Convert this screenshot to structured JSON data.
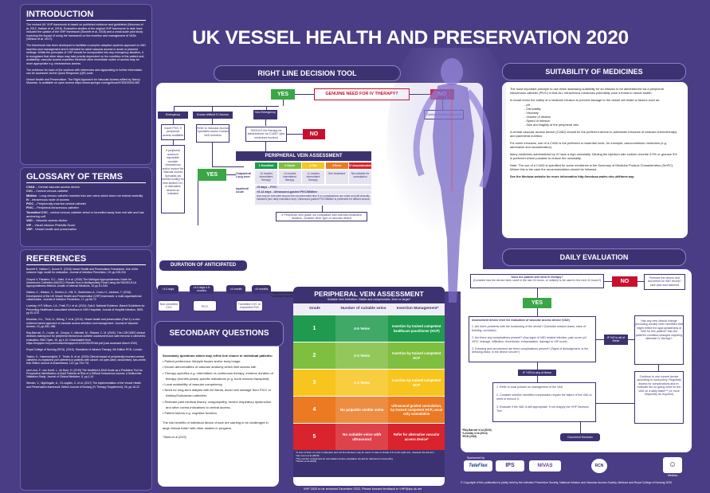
{
  "title": "UK VESSEL HEALTH AND PRESERVATION 2020",
  "left": {
    "introduction": {
      "heading": "INTRODUCTION",
      "paragraphs": [
        "The revised UK VHP framework is based on published evidence and guidelines (Moureau et al, 2012, Hallam et al, 2016). Evaluation studies of the original VHP framework to date have included the uptake of the VHP framework (Burnett et al, 2018) and a small-scale pilot study exploring the impact of using the framework on the insertion and management of VADs (Weston et al, 2017).",
        "The framework has been developed to facilitate a complex adaptive systems approach to VAD insertion and management and is intended for adult vascular access in acute or planned settings. Whilst the principles of VHP should be incorporated into any emergency situation, it is recognised that other steps may take priority dependent on the condition of the patient and availability; vascular access expertise therefore other immediate routes of access may be more appropriate e.g. intraosseous access.",
        "The evidence for each of the sections with references and signposting to further information can be accessed via the Quick Response (QR) code.",
        "Vessel Health and Preservation: The Right Approach for Vascular Access edited by Nancy Moureau, is available on open access https://www.springer.com/gp/book/9783030031480"
      ]
    },
    "glossary": {
      "heading": "GLOSSARY OF TERMS",
      "terms": [
        {
          "term": "CVAD",
          "def": " – Central vascular access device"
        },
        {
          "term": "CVC",
          "def": " – Central venous catheter"
        },
        {
          "term": "Midline",
          "def": " - Long venous catheter inserted into arm veins which does not extend centrally"
        },
        {
          "term": "IV",
          "def": " - Intravenous route of access"
        },
        {
          "term": "PICC",
          "def": " – Peripherally inserted central catheter"
        },
        {
          "term": "PIVC",
          "def": " – Peripheral intravenous catheter"
        },
        {
          "term": "Tunnelled CVC",
          "def": " - central venous catheter which is tunnelled away from exit site and has anchoring cuff"
        },
        {
          "term": "VAD",
          "def": " – Vascular access device"
        },
        {
          "term": "VIP",
          "def": " – Visual Infusion Phlebitis Score"
        },
        {
          "term": "VHP",
          "def": " - Vessel health and preservation"
        }
      ]
    },
    "references": {
      "heading": "REFERENCES",
      "items": [
        "Burnett E, Hallam C, Dunne E. (2018) Vessel Health and Preservation Framework: Use of the outcome logic model for evaluation. Journal of Infection Prevention, 19: pp.228-234",
        "Chopra V, Flanders, S.C., Saint, S et al. (2015) The Michigan Appropriateness Guide for Intravenous Catheters (MAGIC): Results from a Multispecialty Panel Using the RAND/UCLA Appropriateness Method. Annals of Internal Medicine, 15 pp.S1-S40",
        "Hallam, C., Weston, V., Denton, A., Hill, S., Bodenham, A., Dunn, H., Jackson, T. (2016). Development of the UK Vessel Health and Preservation (VHP) framework: a multi-organisational collaboration. Journal of Infection Prevention, 17, pp.65-72",
        "Loveday, H.P, Wilson, J.A., Pratt, R.J. et al. (2014). Epic3: National Evidence -Based Guidelines for Preventing Healthcare-Associated Infections in NHS Hospitals. Journal of Hospital Infection, 86S1 pp.S1-S70",
        "Moureau, N.L., Trick, N., Nifong, T. et al. (2012). Vessel health and preservation (Part 1): a new evidence based approach to vascular access selection and management. Journal of Vascular Access, 13, pp.351–356",
        "Ray-Barruel, G., Cooke, M., Chopra, V., Mitchell, M., Rickard, C. M. (2020). The I-DECIDED clinical decision-making tool for peripheral intravenous catheter assessment and safe removal: a clinimetric evaluation. BMJ Open, 10, pp.1-10. Downloaded from https://bmjopen.bmj.com/content/bmjopen/10/1/e035239.full.pdf (Last accessed March 2020)",
        "Royal College of Nursing (RCN). (2016). Standards of Infusion Therapy 4th Edition RCN. London",
        "Taxbro, K., Hammarskjöld, F., Thelin, B. et al. (2019) Clinical impact of peripherally inserted central catheters vs implanted port catheters in patients with cancer: an open-label, randomised, two-centre trial. British Journal of Anaesthesia, 122, pp.734-741",
        "van Loon, F., van Hooff, L., de Boer, H. (2019) The Modified A-DIVA Scale as a Predictive Tool for Prospective Identification of Adult Patients at Risk of a Difficult Intravenous Access: A Multicenter Validation Study. Journal of Clinical Medicine, 8, pp.1-14",
        "Weston, V., Nightingale, A., O'Loughlin, C. et al. (2017) The implementation of the Vessel Health and Preservation framework. British Journal of Nursing (IV Therapy Supplement), 26, pp.18-22"
      ]
    }
  },
  "decision_tool": {
    "heading": "RIGHT LINE DECISION TOOL",
    "yes": "YES",
    "no": "NO",
    "genuine_need": "GENUINE NEED FOR IV THERAPY?",
    "continue_alt": "Continue via alternative route",
    "emergency": "Emergency",
    "known_difficult": "Known difficult IV Access",
    "non_emergency": "Non Emergency",
    "insert_pivc": "Insert PIVC if peripheral access available",
    "refer_vascular": "Refer to Vascular Access Specialist and/or Guided VAD Insertion",
    "should_therapy": "SHOULD the therapy be administered via CVAD? (see medicines section)",
    "if_peripheral_impossible": "If peripheral access is impossible consider intraosseous and/or involve the Vascular Access Specialist (as defined locally) for time-limited CVC or alternative devices as indicated",
    "pva_heading": "PERIPHERAL VEIN ASSESSMENT",
    "pva_grades": [
      {
        "grade": "1",
        "label": "Excellent"
      },
      {
        "grade": "2",
        "label": "Good"
      },
      {
        "grade": "3",
        "label": "Fair"
      },
      {
        "grade": "4",
        "label": "Poor"
      },
      {
        "grade": "5",
        "label": "Unsustainable"
      }
    ],
    "pva_rows": [
      {
        "label": "Outpatient/ Long term",
        "cells": [
          "<6 months intermittent therapy",
          "<3 months intermittent therapy",
          "<1 months intermittent therapy",
          "One treatment",
          "Not suitable for cannulation"
        ]
      },
      {
        "label": "Inpatient/ Acute",
        "cells": [
          "<5 days – PIVC",
          ">5-14 days - Ultrasound-guided PIVC/Midline",
          "Use may be extended beyond the recommended time if no complications are noted and still clinically indicated (see daily evaluation tool). Ultrasound-guided PIVC/Midline is preferable for difficult access."
        ]
      }
    ],
    "if_peripheral_poor": "If Peripheral Vein grade not compatible with intended treatment duration, consider other type of vascular device",
    "duration_heading": "DURATION OF ANTICIPATED THERAPY?",
    "durations": [
      "<14 days",
      "≥14 days ≤ 6 months",
      ">1 month",
      ">6 months"
    ],
    "devices": [
      "Non-tunnelled CVC",
      "PICC",
      "Tunnelled CVC or Implanted Port"
    ],
    "refs": "*Chopra et al (2015)\n*Loveday et al (2014)"
  },
  "pva_table": {
    "heading": "PERIPHERAL VEIN ASSESSMENT",
    "subheading": "Suitable Vein Definition: Visible and compressible, 3mm or larger*",
    "col_grade": "Grade",
    "col_veins": "Number of suitable veins",
    "col_mgmt": "Insertion Management*",
    "rows": [
      {
        "grade": "1",
        "veins": "4-5 Veins",
        "mgmt": "Insertion by trained competent healthcare practitioner (HCP)",
        "color": "#1f9a4e"
      },
      {
        "grade": "2",
        "veins": "2-3 Veins",
        "mgmt": "Insertion by trained competent HCP",
        "color": "#7fbf3f"
      },
      {
        "grade": "3",
        "veins": "1-2 Veins",
        "mgmt": "Insertion by trained competent HCP",
        "color": "#f7c51e"
      },
      {
        "grade": "4",
        "veins": "No palpable visible veins",
        "mgmt": "Ultrasound guided cannulation, by trained competent HCP, usual only cannulation",
        "color": "#ec7a22"
      },
      {
        "grade": "5",
        "veins": "No suitable veins with ultrasound",
        "mgmt": "Refer for alternative vascular access device*",
        "color": "#d9232d"
      }
    ],
    "footnotes": [
      "*A vein of 3mm or more in diameter and not thrombosed, may be used. In case of Grade 3-5 on the right arm, reassess the left arm.",
      "*van Loon et al (2019)",
      "*The number of attempts for cannulation before escalation should be reflected in local policy",
      "*Taxbro et al (2019)"
    ]
  },
  "secondary": {
    "heading": "SECONDARY QUESTIONS",
    "intro": "Secondary questions which may refine line choice in individual patients:",
    "items": [
      "Patient preference: lifestyle issues and/or body image.",
      "Known abnormalities of vascular anatomy which limit access site.",
      "Therapy-specifics e.g. intermittent vs continuous therapy, extreme duration of therapy (months-years) specific indications (e.g. bone marrow transplant).",
      "Local availability of vascular competency.",
      "Need for long-term dialysis with AV fistula, avoid vein damage from PICC or Axillary/Subclavian catheters.",
      "Relevant past medical history: coagulopathy, severe respiratory dysfunction and other contra-indications to central access.",
      "Patient factors e.g. cognitive function."
    ],
    "outro": "The risk benefits of individual device choice are starting to be challenged in large clinical trials* with other studies in progress",
    "ref": "*Taxbro et al (2019)"
  },
  "medicines": {
    "heading": "SUITABILITY OF MEDICINES",
    "p1": "The most important principle to use when assessing suitability for an infusion to be administered via a peripheral intravenous catheter (PIVC) is that ALL intravenous medicines potentially pose a threat to vessel health.",
    "p2": "In broad terms the safety of a medicine infusion to prevent damage to the vessel will relate to factors such as:",
    "factors": [
      "pH",
      "Osmolality",
      "Viscosity",
      "Volume of dilution",
      "Speed of infusion",
      "Size and fragility of the peripheral vein"
    ],
    "p3": "A central vascular access device (CVAD) should be the preferred device to administer infusions of vesicant chemotherapy and parenteral nutrition.",
    "p4": "For some infusions, use of a CVAD is the preferred or essential route, for example; vasoconstrictor medicines (e.g. adrenaline and noradrenaline).",
    "p5": "Many medicines administered by IV have a high osmolality. Diluting the injection with sodium chloride 0.9% or glucose 5% is preferred where possible to reduce the osmolality.",
    "p6": "Note: The use of a CVAD is specified for some medicines in the Summary of Medicine Product Characteristics (SmPC). Where this is the case the recommendation should be followed.",
    "p7": "See the Medusa website for more information http://medusa.wales.nhs.uk/Home.asp"
  },
  "daily": {
    "heading": "DAILY EVALUATION",
    "q1": "Does the patient still need IV therapy?",
    "q1sub": "(Consider has the device been used in the last 24 hours, or unlikely to be used in the next 24 hours?)",
    "no": "NO",
    "yes": "YES",
    "remove": "Remove the device and document on VAD record / care plan and actioned",
    "assess_heading": "Assessment device level for evaluation of vascular access device (VAD)",
    "assess_items": [
      "1. Are there problems with the functioning of the device? (Consider missed doses, ease of flushing, occlusion)",
      "2. Are there any complications present? (Any signs of VAD related infection; pain score (≥2 VIP)*, leakage, infiltration, thrombosis, extravasation, damage to VIP score)",
      "3. Dressing and securement are there complications present? (Signs of dislodgement, is the dressing intact, is the device secure?)"
    ],
    "if_yes": "IF YES to any of these",
    "if_no": "IF NO to all of these",
    "escalate": [
      "1. Refer to local policies on management of the VAD",
      "2. Consider whether identified complication require the failure of the VAD to need to remove it.",
      "3. Evaluate if the VAD is still appropriate. If not reapply the VHP Decision Tool"
    ],
    "clinical": "Has any new clinical change (including results) been identified that might reflect the appropriateness of VAD for this patient? Has the patient's condition changed requiring alternate IV therapy?",
    "continue": "Continue to use current device according to local policy. Regularly assess for complications and re-evaluate the on-going need for the VAD on a daily basis*** (or more frequently as required)",
    "document": "Document Decision",
    "refs": "*Ray-Barruel et al (2020)\n*Loveday et al (2014)\n*RCN (2016)"
  },
  "footer": {
    "review": "VHP 2020 to be reviewed December 2022. Please forward feedback to VHP@ips.uk.net",
    "sponsored": "Sponsored by",
    "copyright": "© Copyright of this publication is jointly held by the Infection Prevention Society, National Infusion and Vascular Access Society, Medusa and Royal College of Nursing 2020",
    "logos": [
      "TeleFlex",
      "IPS",
      "NIVAS",
      "RCN",
      "Medusa"
    ]
  },
  "colors": {
    "bg": "#4a3d85",
    "panel": "#3d3271",
    "green": "#3aa645",
    "red": "#c8102e"
  }
}
